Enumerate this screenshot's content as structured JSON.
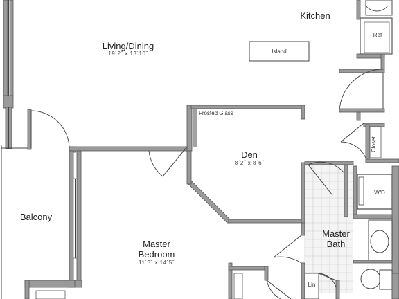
{
  "rooms": {
    "kitchen": {
      "name": "Kitchen"
    },
    "living_dining": {
      "name": "Living/Dining",
      "dimensions": "19´2˝ x 13´10˝"
    },
    "den": {
      "name": "Den",
      "dimensions": "8´2˝ x 8´6˝"
    },
    "balcony": {
      "name": "Balcony"
    },
    "master_bedroom": {
      "name_line1": "Master",
      "name_line2": "Bedroom",
      "dimensions": "11´3˝ x 14´5˝"
    },
    "master_bath": {
      "name_line1": "Master",
      "name_line2": "Bath"
    }
  },
  "fixtures": {
    "island": "Island",
    "ref": "Ref",
    "wd": "W/D",
    "closet": "Closet",
    "linen": "Lin",
    "frosted_glass": "Frosted Glass"
  }
}
